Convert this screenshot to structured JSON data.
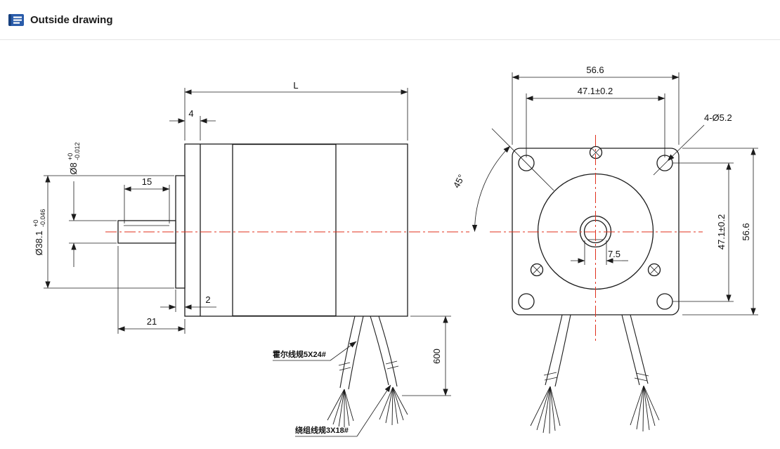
{
  "header": {
    "title": "Outside drawing"
  },
  "colors": {
    "accent_blue": "#2a5caa",
    "centerline_red": "#e0301e",
    "outline": "#1c1c1c",
    "stripe_green": "#86d973",
    "stripe_bg": "#f1fbec"
  },
  "side_view": {
    "dim_length": "L",
    "dim_front_plate": "4",
    "dim_flat_length": "15",
    "dim_shaft_length": "21",
    "dim_boss_depth": "2",
    "dim_wire_length": "600",
    "shaft_dia": {
      "value": "Ø8",
      "tol_upper": "+0",
      "tol_lower": "-0.012"
    },
    "boss_dia": {
      "value": "Ø38.1",
      "tol_upper": "+0",
      "tol_lower": "-0.046"
    },
    "label_hall_wire": "霍尔线规5X24#",
    "label_winding_wire": "绕组线规3X18#"
  },
  "front_view": {
    "dim_width_top": "56.6",
    "dim_height_right": "56.6",
    "dim_hole_span_top": "47.1±0.2",
    "dim_hole_span_right": "47.1±0.2",
    "dim_mount_holes": "4-Ø5.2",
    "dim_angle": "45°",
    "dim_shaft_flat": "7.5"
  }
}
